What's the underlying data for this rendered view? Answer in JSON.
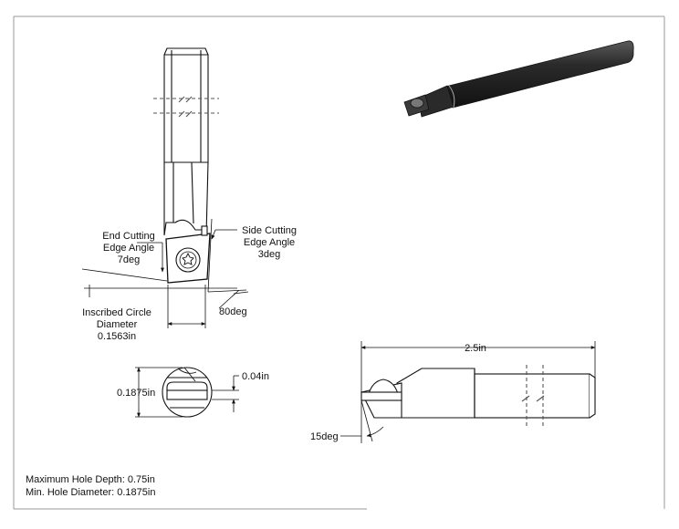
{
  "labels": {
    "end_cutting_edge_angle": [
      "End Cutting",
      "Edge Angle",
      "7deg"
    ],
    "side_cutting_edge_angle": [
      "Side Cutting",
      "Edge Angle",
      "3deg"
    ],
    "inscribed_circle_diameter": [
      "Inscribed Circle",
      "Diameter",
      "0.1563in"
    ],
    "insert_angle": "80deg",
    "shank_diameter": "0.1875in",
    "tip_height": "0.04in",
    "overall_length": "2.5in",
    "clearance_angle": "15deg"
  },
  "notes": {
    "max_hole_depth": "Maximum Hole Depth: 0.75in",
    "min_hole_diameter": "Min. Hole Diameter: 0.1875in"
  }
}
